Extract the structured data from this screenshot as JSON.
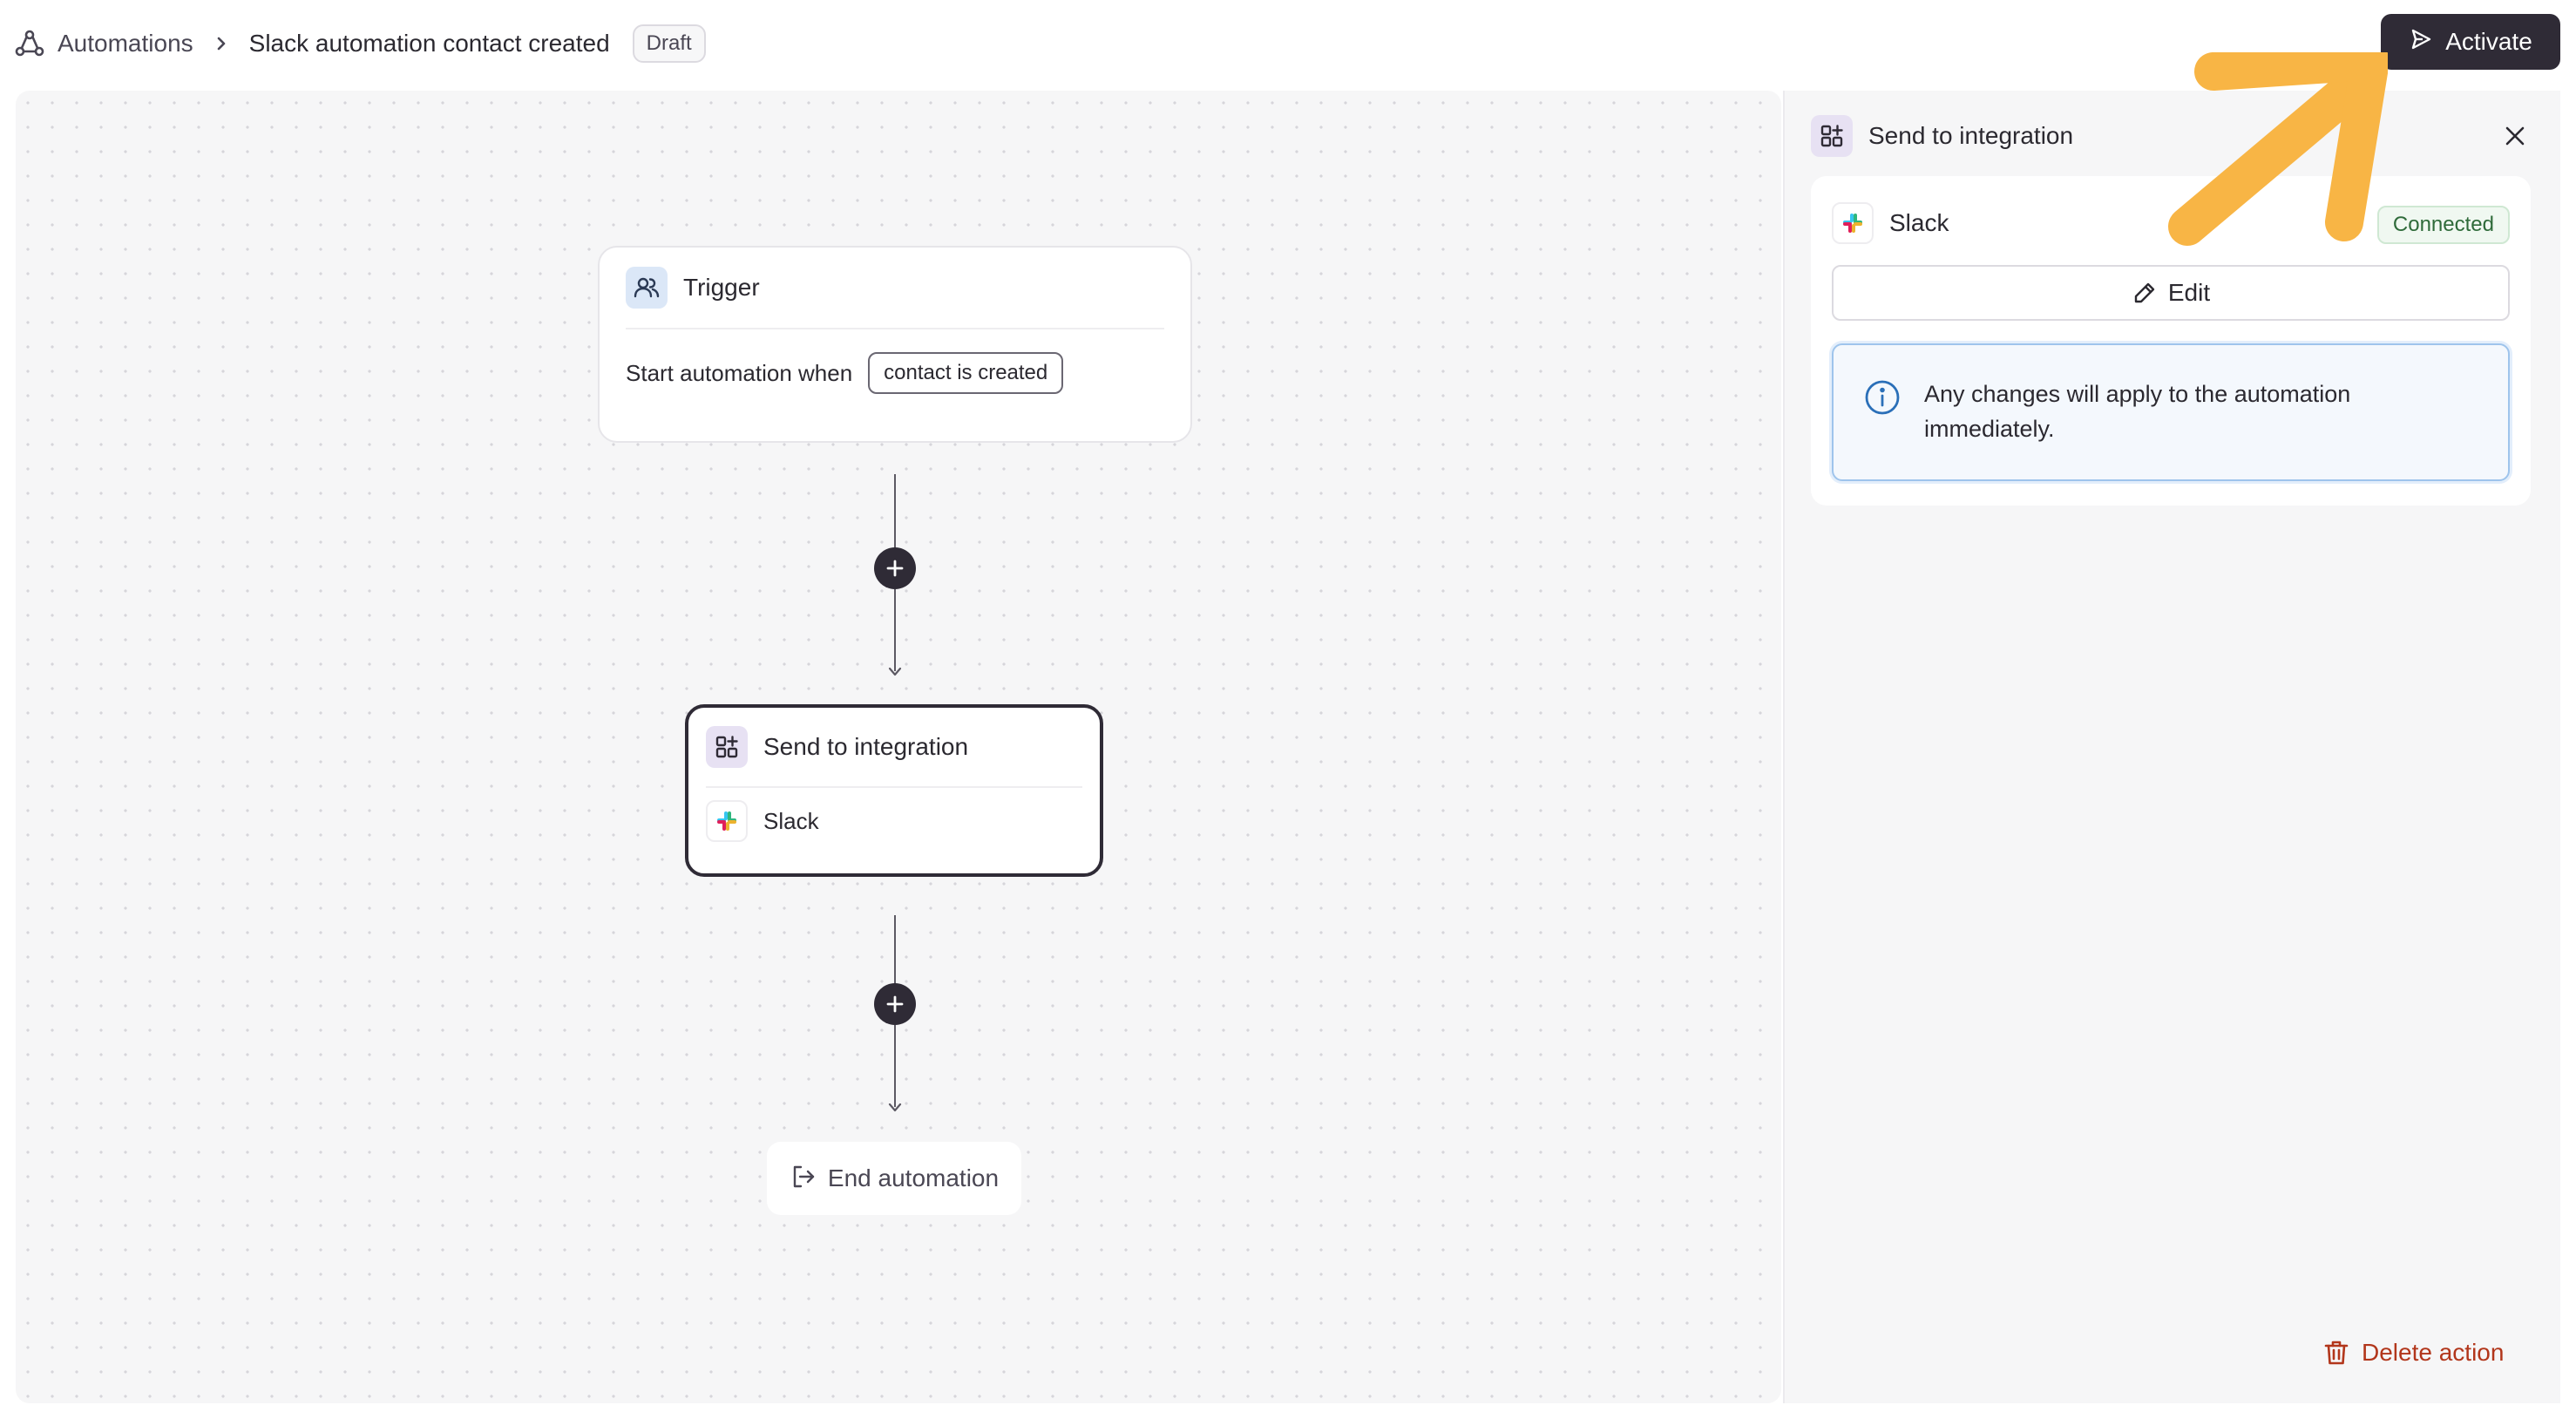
{
  "header": {
    "breadcrumb_root": "Automations",
    "breadcrumb_current": "Slack automation contact created",
    "status_badge": "Draft",
    "activate_label": "Activate"
  },
  "canvas": {
    "trigger": {
      "title": "Trigger",
      "prefix_text": "Start automation when",
      "condition_pill": "contact is created"
    },
    "action": {
      "title": "Send to integration",
      "integration": "Slack"
    },
    "end_label": "End automation"
  },
  "panel": {
    "title": "Send to integration",
    "integration_name": "Slack",
    "connection_status": "Connected",
    "edit_label": "Edit",
    "info_message": "Any changes will apply to the automation immediately.",
    "delete_label": "Delete action"
  },
  "icons": {
    "breadcrumb": "automation-flow-icon",
    "activate": "send-icon",
    "trigger": "users-icon",
    "action": "integration-grid-icon",
    "slack": "slack-logo-icon",
    "add": "plus-icon",
    "end": "exit-icon",
    "close": "close-icon",
    "edit": "pencil-icon",
    "info": "info-icon",
    "delete": "trash-icon"
  },
  "colors": {
    "primary_dark": "#2f2b36",
    "connected_green": "#2f6b3a",
    "delete_red": "#b2361b",
    "info_border": "#9ec4ec",
    "annotation_arrow": "#f8b545"
  }
}
